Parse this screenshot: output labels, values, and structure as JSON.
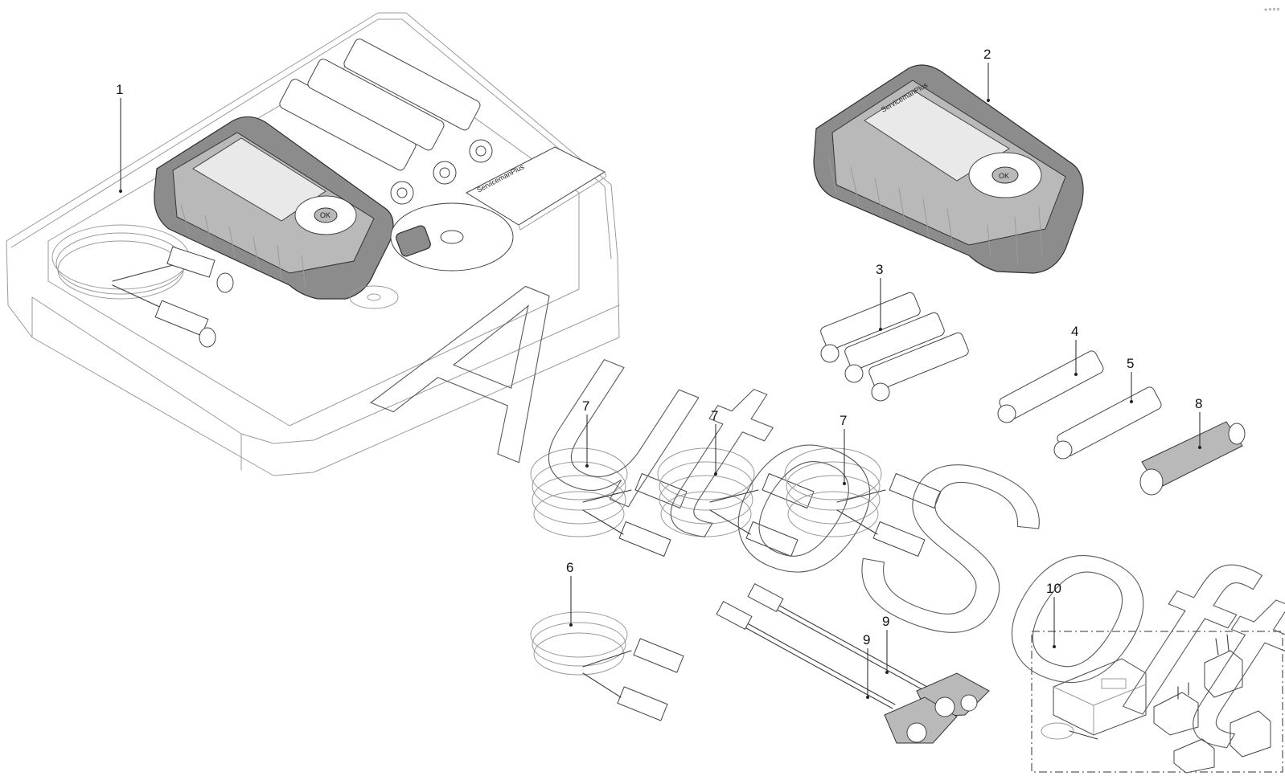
{
  "callouts": {
    "c1": "1",
    "c2": "2",
    "c3": "3",
    "c4": "4",
    "c5": "5",
    "c6": "6",
    "c7a": "7",
    "c7b": "7",
    "c7c": "7",
    "c8": "8",
    "c9a": "9",
    "c9b": "9",
    "c10": "10"
  },
  "device": {
    "brand_text": "ServicemanPlus",
    "ok_label": "OK"
  },
  "manual": {
    "title": "ServicemanPlus"
  },
  "watermark": {
    "text": "AutoSoft"
  },
  "icons": {
    "corner_mark": "corner-mark-icon"
  },
  "colors": {
    "line": "#3a3a3a",
    "device_body": "#8c8c8c",
    "watermark": "#5a5a5a"
  }
}
